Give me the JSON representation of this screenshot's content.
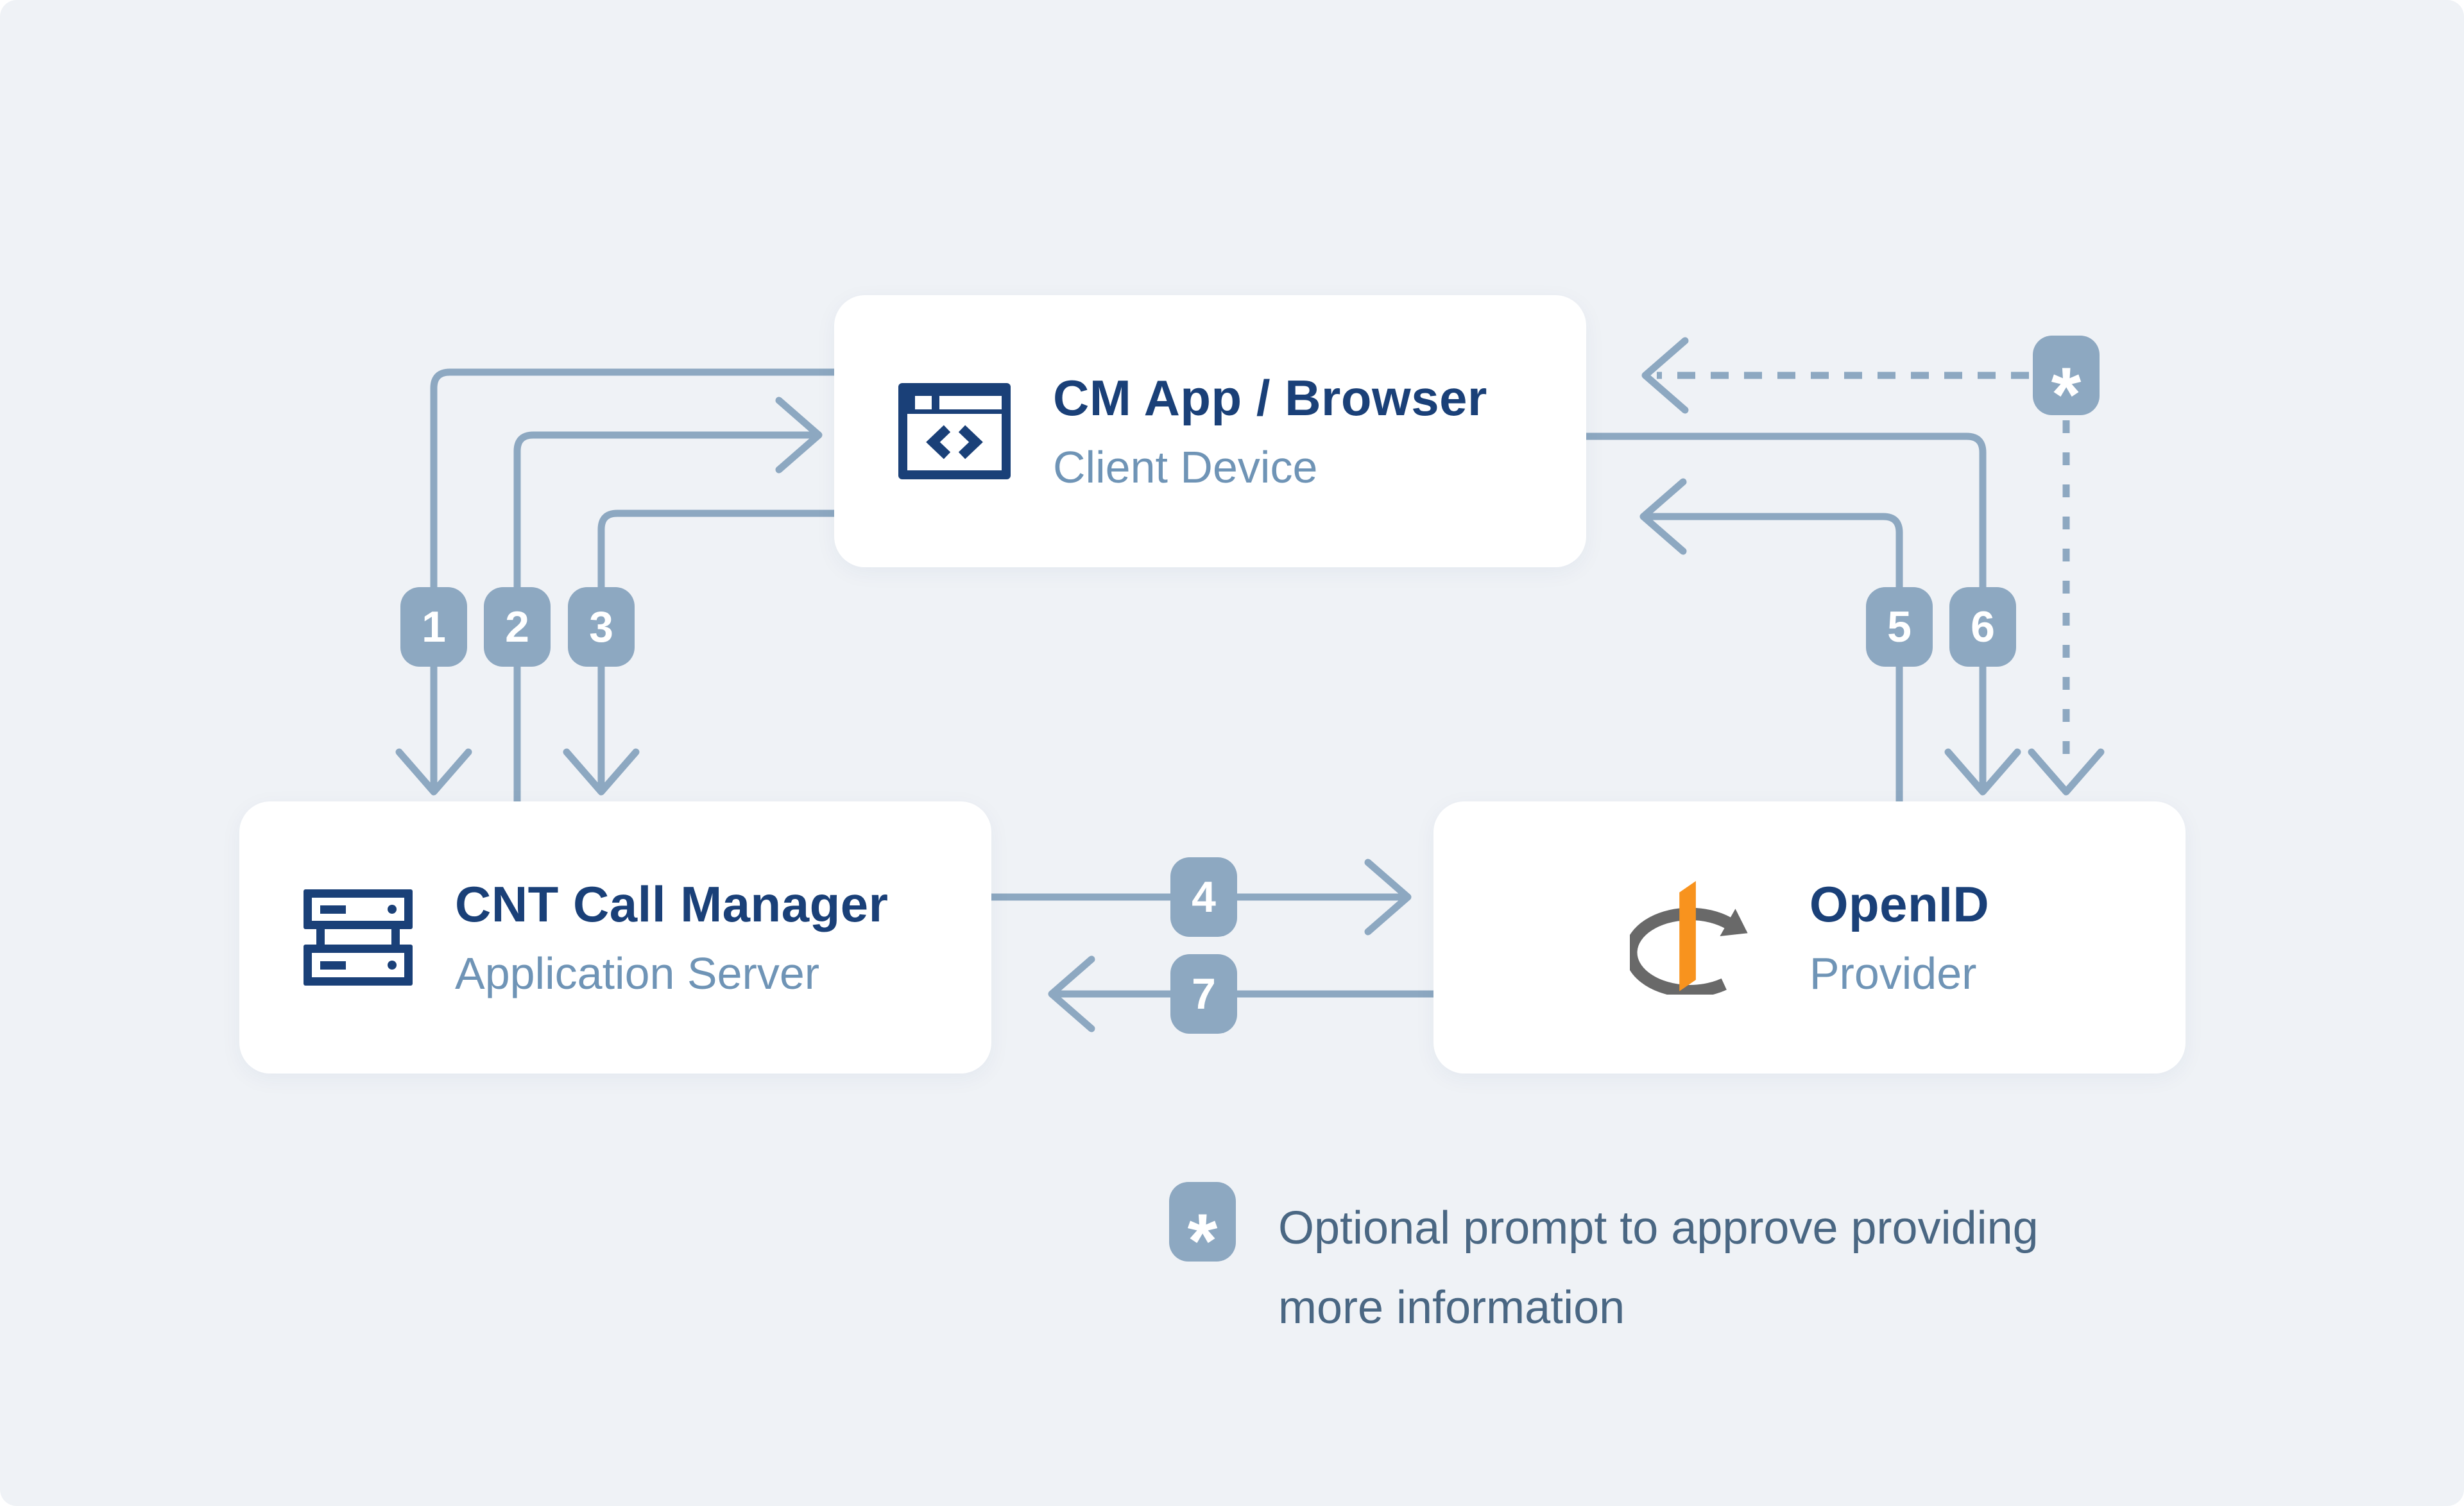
{
  "canvas": {
    "background": "#eff2f6",
    "card_background": "#ffffff"
  },
  "colors": {
    "connector_slate": "#8da8c1",
    "badge_slate": "#8da8c1",
    "title_navy": "#1a4078",
    "subtitle_blue": "#6f94b6",
    "footnote_blue": "#4a6783",
    "openid_orange": "#f8931e",
    "openid_gray": "#696969"
  },
  "nodes": {
    "cm_app": {
      "title": "CM App / Browser",
      "subtitle": "Client Device",
      "icon": "browser-code-icon"
    },
    "call_manager": {
      "title": "CNT Call Manager",
      "subtitle": "Application Server",
      "icon": "server-icon"
    },
    "openid": {
      "title": "OpenID",
      "subtitle": "Provider",
      "icon": "openid-logo"
    }
  },
  "steps": [
    {
      "label": "1",
      "from": "cm_app",
      "to": "call_manager",
      "style": "solid"
    },
    {
      "label": "2",
      "from": "call_manager",
      "to": "cm_app",
      "style": "solid"
    },
    {
      "label": "3",
      "from": "cm_app",
      "to": "call_manager",
      "style": "solid"
    },
    {
      "label": "4",
      "from": "call_manager",
      "to": "openid",
      "style": "solid"
    },
    {
      "label": "5",
      "from": "openid",
      "to": "cm_app",
      "style": "solid"
    },
    {
      "label": "6",
      "from": "cm_app",
      "to": "openid",
      "style": "solid"
    },
    {
      "label": "7",
      "from": "openid",
      "to": "call_manager",
      "style": "solid"
    }
  ],
  "optional_flow": {
    "label": "*",
    "arrows": [
      {
        "to": "cm_app",
        "style": "dashed"
      },
      {
        "to": "openid",
        "style": "dashed"
      }
    ]
  },
  "footnote": {
    "marker": "*",
    "line1": "Optional prompt to approve providing",
    "line2": "more information"
  }
}
